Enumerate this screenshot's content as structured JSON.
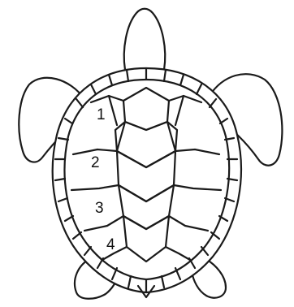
{
  "diagram": {
    "scute_labels": [
      "1",
      "2",
      "3",
      "4"
    ]
  }
}
